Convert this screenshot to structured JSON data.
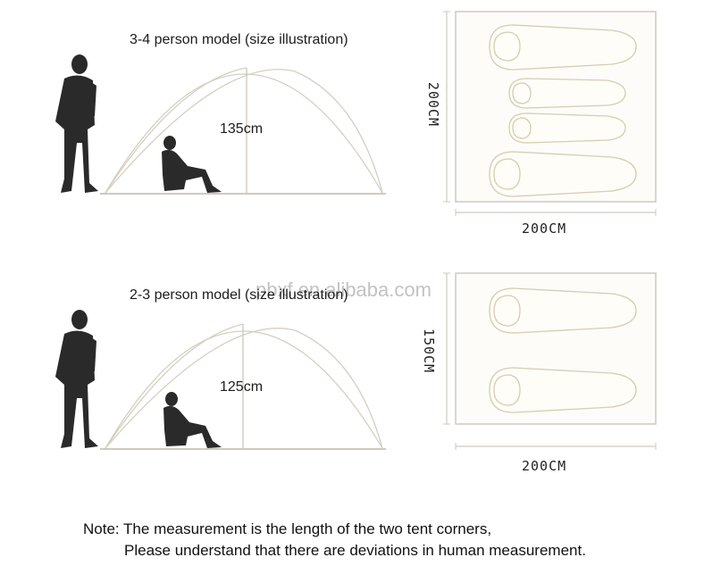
{
  "sections": [
    {
      "caption": "3-4 person model (size illustration)",
      "tent_height": "135cm",
      "floor_length": "200CM",
      "floor_width": "200CM",
      "sleeping_bags": 4
    },
    {
      "caption": "2-3 person model (size illustration)",
      "tent_height": "125cm",
      "floor_length": "200CM",
      "floor_width": "150CM",
      "sleeping_bags": 2
    }
  ],
  "watermark": "pbxf.en.alibaba.com",
  "note": {
    "line1": "Note: The measurement is the length of the two tent corners,",
    "line2": "Please understand that there are deviations in human measurement."
  },
  "colors": {
    "silhouette": "#2a2a2a",
    "tent_line": "#d4cfc2",
    "floor_border": "#cfcac0",
    "floor_fill": "#fdfcf9"
  }
}
